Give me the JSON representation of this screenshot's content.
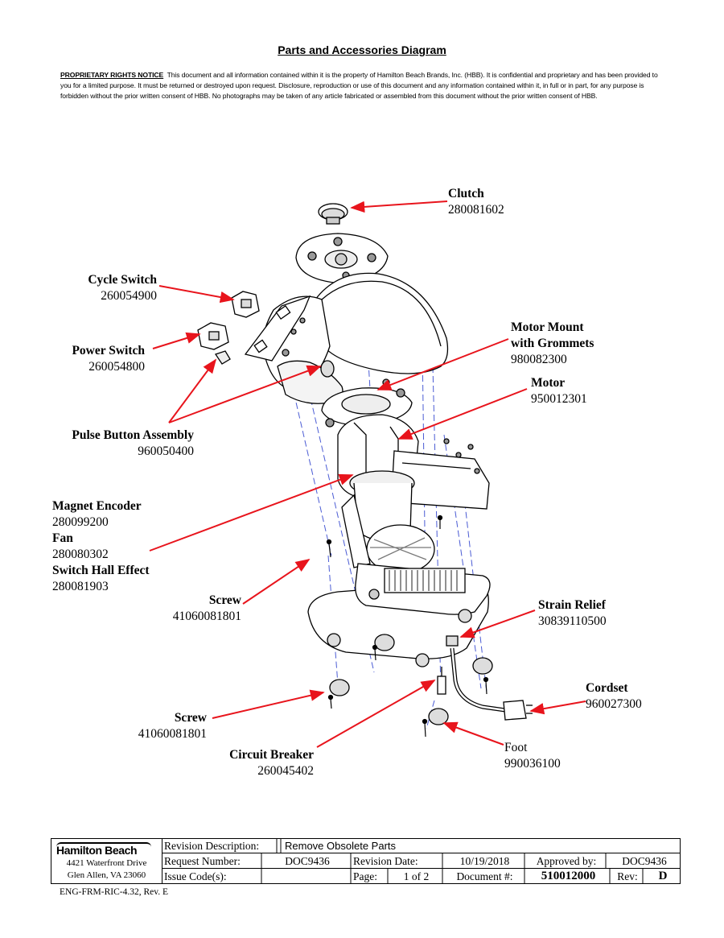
{
  "title": "Parts and Accessories Diagram",
  "notice": {
    "heading": "PROPRIETARY RIGHTS NOTICE",
    "text": "This document and all information contained within it is the property of Hamilton Beach Brands, Inc. (HBB).  It is confidential and proprietary and has been provided to you for a limited purpose.  It must be returned or destroyed upon request.  Disclosure, reproduction or use of this document and any information contained within it, in full or in part, for any purpose is forbidden without the prior written consent of HBB.  No photographs may be taken of any article fabricated or assembled from this document without the prior written consent of HBB."
  },
  "parts": {
    "clutch": {
      "name": "Clutch",
      "number": "280081602"
    },
    "cycle_switch": {
      "name": "Cycle Switch",
      "number": "260054900"
    },
    "power_switch": {
      "name": "Power Switch",
      "number": "260054800"
    },
    "pulse_button": {
      "name": "Pulse Button Assembly",
      "number": "960050400"
    },
    "motor_mount": {
      "name": "Motor Mount",
      "name2": "with Grommets",
      "number": "980082300"
    },
    "motor": {
      "name": "Motor",
      "number": "950012301"
    },
    "magnet_encoder": {
      "name": "Magnet Encoder",
      "number": "280099200"
    },
    "fan": {
      "name": "Fan",
      "number": "280080302"
    },
    "switch_hall": {
      "name": "Switch Hall Effect",
      "number": "280081903"
    },
    "screw1": {
      "name": "Screw",
      "number": "41060081801"
    },
    "strain_relief": {
      "name": "Strain Relief",
      "number": "30839110500"
    },
    "cordset": {
      "name": "Cordset",
      "number": "960027300"
    },
    "screw2": {
      "name": "Screw",
      "number": "41060081801"
    },
    "circuit_breaker": {
      "name": "Circuit Breaker",
      "number": "260045402"
    },
    "foot": {
      "name": "Foot",
      "number": "990036100"
    }
  },
  "title_block": {
    "brand": "Hamilton Beach",
    "address1": "4421 Waterfront Drive",
    "address2": "Glen Allen, VA  23060",
    "revision_description_label": "Revision Description:",
    "revision_description": "Remove Obsolete Parts",
    "request_number_label": "Request Number:",
    "request_number": "DOC9436",
    "revision_date_label": "Revision Date:",
    "revision_date": "10/19/2018",
    "approved_by_label": "Approved by:",
    "approved_by": "DOC9436",
    "issue_codes_label": "Issue Code(s):",
    "issue_codes": "",
    "page_label": "Page:",
    "page": "1 of 2",
    "document_label": "Document #:",
    "document": "510012000",
    "rev_label": "Rev:",
    "rev": "D"
  },
  "footer": "ENG-FRM-RIC-4.32, Rev. E",
  "colors": {
    "callout": "#e8141c",
    "centerline": "#4a5bd4"
  }
}
